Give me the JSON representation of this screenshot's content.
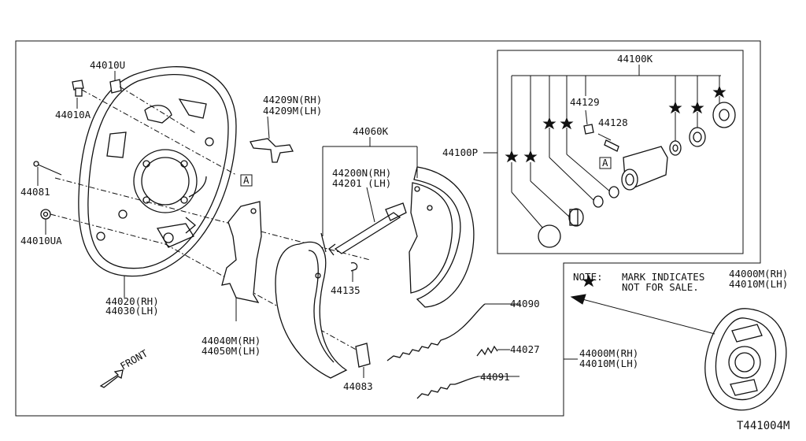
{
  "diagram": {
    "drawing_number": "T441004M",
    "front_label": "FRONT",
    "note": {
      "line1_prefix": "NOTE:",
      "line1_rest": "MARK INDICATES",
      "line2": "NOT FOR SALE."
    },
    "ref_marker": "A",
    "labels": {
      "backing_plate_clip": "44010U",
      "bolt": "44010A",
      "pin": "44081",
      "nut": "44010UA",
      "backing_plate_rh": "44020(RH)",
      "backing_plate_lh": "44030(LH)",
      "lever_rh": "44209N(RH)",
      "lever_lh": "44209M(LH)",
      "shoe_set": "44060K",
      "adjuster_rh": "44200N(RH)",
      "adjuster_lh": "44201  (LH)",
      "clip": "44135",
      "strut_rh": "44040M(RH)",
      "strut_lh": "44050M(LH)",
      "shoe_hold": "44083",
      "spring_upper": "44090",
      "spring_small": "44027",
      "spring_lower": "44091",
      "cylinder_kit": "44100K",
      "cylinder_boot": "44129",
      "bleeder": "44128",
      "wheel_cylinder": "44100P",
      "assembly_rh_side": "44000M(RH)",
      "assembly_lh_side": "44010M(LH)",
      "assembly_rh_top": "44000M(RH)",
      "assembly_lh_top": "44010M(LH)"
    }
  }
}
